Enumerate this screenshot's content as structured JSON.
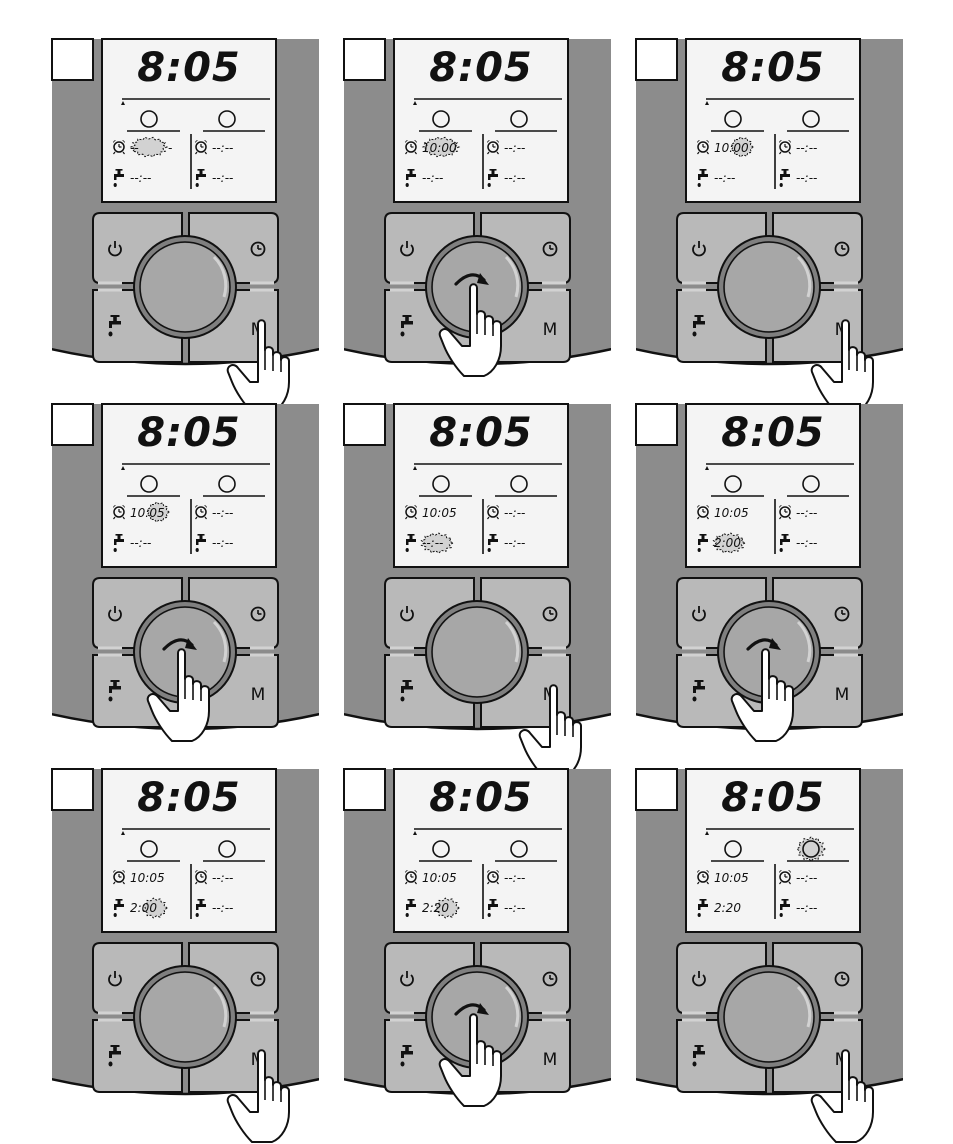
{
  "colors": {
    "body": "#8c8c8c",
    "lcd": "#f4f4f4",
    "button": "#b9b9b9",
    "dial": "#a7a7a7",
    "highlight": "#d2d2d2",
    "ink": "#111111"
  },
  "icons": {
    "power": "power-icon",
    "clock": "clock-icon",
    "tap": "tap-icon",
    "alarm": "alarm-clock-icon",
    "hand": "pointing-hand-icon",
    "rotate": "rotate-arrow-icon"
  },
  "buttons": {
    "mode": "M"
  },
  "panels": [
    {
      "clock": "8:05",
      "left_alarm": "--",
      "left_alarm_tail": "-",
      "left_tap": "--:--",
      "right_alarm": "--:--",
      "right_tap": "--:--",
      "action": "press-m",
      "highlight": "left_alarm"
    },
    {
      "clock": "8:05",
      "left_alarm": "10:00",
      "left_alarm_tail": "",
      "left_tap": "--:--",
      "right_alarm": "--:--",
      "right_tap": "--:--",
      "action": "turn-dial",
      "highlight": "left_alarm"
    },
    {
      "clock": "8:05",
      "left_alarm": "10:00",
      "left_alarm_tail": "",
      "left_tap": "--:--",
      "right_alarm": "--:--",
      "right_tap": "--:--",
      "action": "press-m",
      "highlight": "left_alarm_minutes"
    },
    {
      "clock": "8:05",
      "left_alarm": "10:05",
      "left_alarm_tail": "",
      "left_tap": "--:--",
      "right_alarm": "--:--",
      "right_tap": "--:--",
      "action": "turn-dial",
      "highlight": "left_alarm_minutes"
    },
    {
      "clock": "8:05",
      "left_alarm": "10:05",
      "left_alarm_tail": "",
      "left_tap": "--:--",
      "right_alarm": "--:--",
      "right_tap": "--:--",
      "action": "press-m",
      "highlight": "left_tap"
    },
    {
      "clock": "8:05",
      "left_alarm": "10:05",
      "left_alarm_tail": "",
      "left_tap": "2:00",
      "right_alarm": "--:--",
      "right_tap": "--:--",
      "action": "turn-dial",
      "highlight": "left_tap"
    },
    {
      "clock": "8:05",
      "left_alarm": "10:05",
      "left_alarm_tail": "",
      "left_tap": "2:00",
      "right_alarm": "--:--",
      "right_tap": "--:--",
      "action": "press-m",
      "highlight": "left_tap_minutes"
    },
    {
      "clock": "8:05",
      "left_alarm": "10:05",
      "left_alarm_tail": "",
      "left_tap": "2:20",
      "right_alarm": "--:--",
      "right_tap": "--:--",
      "action": "turn-dial",
      "highlight": "left_tap_minutes"
    },
    {
      "clock": "8:05",
      "left_alarm": "10:05",
      "left_alarm_tail": "",
      "left_tap": "2:20",
      "right_alarm": "--:--",
      "right_tap": "--:--",
      "action": "press-m",
      "highlight": "right_circle"
    }
  ]
}
